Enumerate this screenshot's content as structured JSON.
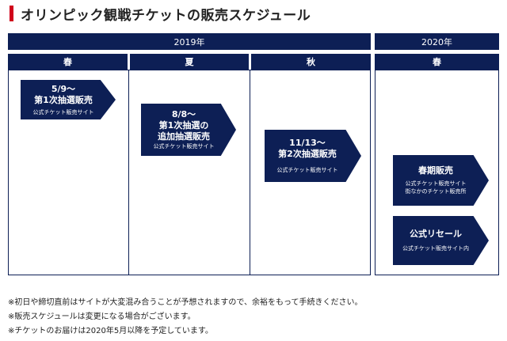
{
  "title": "オリンピック観戦チケットの販売スケジュール",
  "colors": {
    "navy": "#0d1f55",
    "accent_red": "#d0021b"
  },
  "years": [
    "2019年",
    "2020年"
  ],
  "seasons": [
    "春",
    "夏",
    "秋",
    "春"
  ],
  "sales": [
    {
      "main1": "5/9〜",
      "main2": "第1次抽選販売",
      "main3": "",
      "sub1": "公式チケット販売サイト",
      "sub2": ""
    },
    {
      "main1": "8/8〜",
      "main2": "第1次抽選の",
      "main3": "追加抽選販売",
      "sub1": "公式チケット販売サイト",
      "sub2": ""
    },
    {
      "main1": "11/13〜",
      "main2": "第2次抽選販売",
      "main3": "",
      "sub1": "公式チケット販売サイト",
      "sub2": ""
    },
    {
      "main1": "春期販売",
      "main2": "",
      "main3": "",
      "sub1": "公式チケット販売サイト",
      "sub2": "街なかのチケット販売所"
    },
    {
      "main1": "公式リセール",
      "main2": "",
      "main3": "",
      "sub1": "公式チケット販売サイト内",
      "sub2": ""
    }
  ],
  "notes": [
    "※初日や締切直前はサイトが大変混み合うことが予想されますので、余裕をもって手続きください。",
    "※販売スケジュールは変更になる場合がございます。",
    "※チケットのお届けは2020年5月以降を予定しています。"
  ]
}
